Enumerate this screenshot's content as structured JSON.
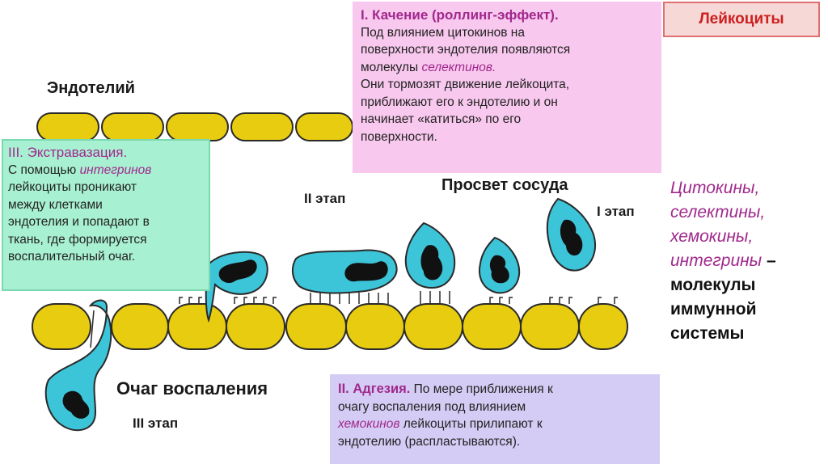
{
  "header": {
    "title": "Лейкоциты"
  },
  "labels": {
    "endothelium": "Эндотелий",
    "vessel_lumen": "Просвет сосуда",
    "stage_1": "I этап",
    "stage_2": "II этап",
    "stage_3": "III этап",
    "inflammation_focus": "Очаг воспаления"
  },
  "rolling": {
    "title": "I. Качение (роллинг-эффект).",
    "line1": "Под влиянием цитокинов на",
    "line2": "поверхности эндотелия появляются",
    "line3_pre": "молекулы ",
    "line3_term": "селектинов.",
    "line4": "Они тормозят движение лейкоцита,",
    "line5": "приближают его к эндотелию и он",
    "line6": "начинает «катиться» по его",
    "line7": "поверхности."
  },
  "extravasation": {
    "title": "III. Экстравазация.",
    "line1_pre": "С помощью ",
    "line1_term": "интегринов",
    "line2": "лейкоциты проникают",
    "line3": "между клетками",
    "line4": "эндотелия и попадают в",
    "line5": "ткань,  где формируется",
    "line6": "воспалительный очаг."
  },
  "adhesion": {
    "title": "II. Адгезия.",
    "line1_rest": "  По мере приближения к",
    "line2": "очагу воспаления под влиянием",
    "line3_term": "хемокинов",
    "line3_rest": " лейкоциты прилипают к",
    "line4": "эндотелию (распластываются)."
  },
  "side_panel": {
    "t1": "Цитокины,",
    "t2": "селектины,",
    "t3": "хемокины,",
    "t4": "интегрины",
    "dash": " –",
    "t5": "молекулы",
    "t6": "иммунной",
    "t7": "системы"
  },
  "colors": {
    "endothelial_cell": "#e8cc10",
    "cell_outline": "#2a2a2a",
    "leukocyte": "#3cc4d8",
    "nucleus": "#111111",
    "rolling_box": "#f8c8ee",
    "extravasation_box": "#a8f0d2",
    "adhesion_box": "#d4ccf4",
    "header_box": "#f6d8d6",
    "accent_purple": "#a0288c",
    "header_text": "#cc2020"
  }
}
